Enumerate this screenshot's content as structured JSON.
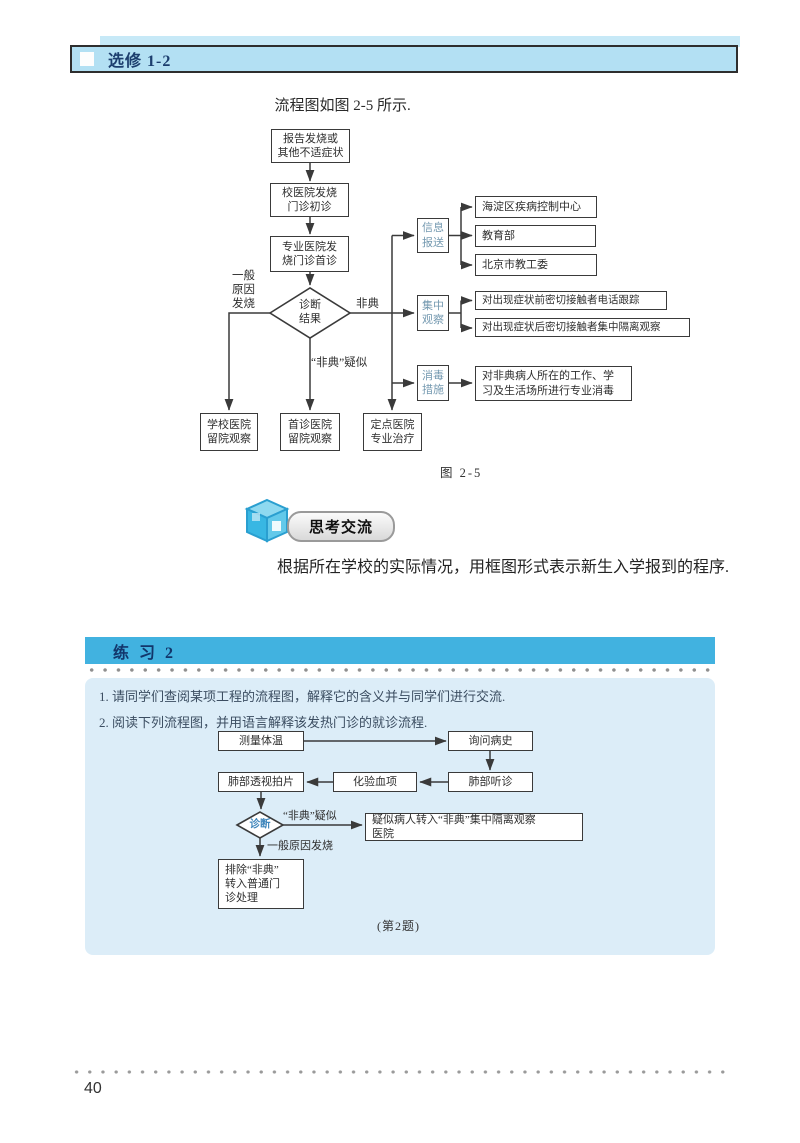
{
  "header": {
    "label": "选修 1-2"
  },
  "intro": "流程图如图 2-5 所示.",
  "palette": {
    "header_blue": "#b3e0f3",
    "exercise_bar_blue": "#41b2e0",
    "exercise_box_blue": "#dcedf8",
    "navy_text": "#1c3e6e"
  },
  "fig1": {
    "b1": "报告发烧或\n其他不适症状",
    "b2": "校医院发烧\n门诊初诊",
    "b3": "专业医院发\n烧门诊首诊",
    "diamond": "诊断\n结果",
    "b4": "学校医院\n留院观察",
    "b5": "首诊医院\n留院观察",
    "b6": "定点医院\n专业治疗",
    "s1": "信息\n报送",
    "s2": "集中\n观察",
    "s3": "消毒\n措施",
    "r1": "海淀区疾病控制中心",
    "r2": "教育部",
    "r3": "北京市教工委",
    "r4": "对出现症状前密切接触者电话跟踪",
    "r5": "对出现症状后密切接触者集中隔离观察",
    "r6": "对非典病人所在的工作、学\n习及生活场所进行专业消毒",
    "lbl_general": "一般\n原因\n发烧",
    "lbl_feidian": "非典",
    "lbl_suspect": "“非典”疑似",
    "caption": "图 2-5"
  },
  "think": {
    "badge": "思考交流",
    "text": "根据所在学校的实际情况，用框图形式表示新生入学报到的程序."
  },
  "exercise": {
    "title": "练 习 2",
    "items": [
      "1. 请同学们查阅某项工程的流程图，解释它的含义并与同学们进行交流.",
      "2. 阅读下列流程图，并用语言解释该发热门诊的就诊流程."
    ]
  },
  "fig2": {
    "c1": "测量体温",
    "c2": "询问病史",
    "c3": "肺部听诊",
    "c4": "化验血项",
    "c5": "肺部透视拍片",
    "diamond": "诊断",
    "c6": "疑似病人转入“非典”集中隔离观察\n医院",
    "c7": "排除“非典”\n转入普通门\n诊处理",
    "lbl_suspect": "“非典”疑似",
    "lbl_general": "一般原因发烧",
    "caption": "(第2题)"
  },
  "page_number": "40"
}
